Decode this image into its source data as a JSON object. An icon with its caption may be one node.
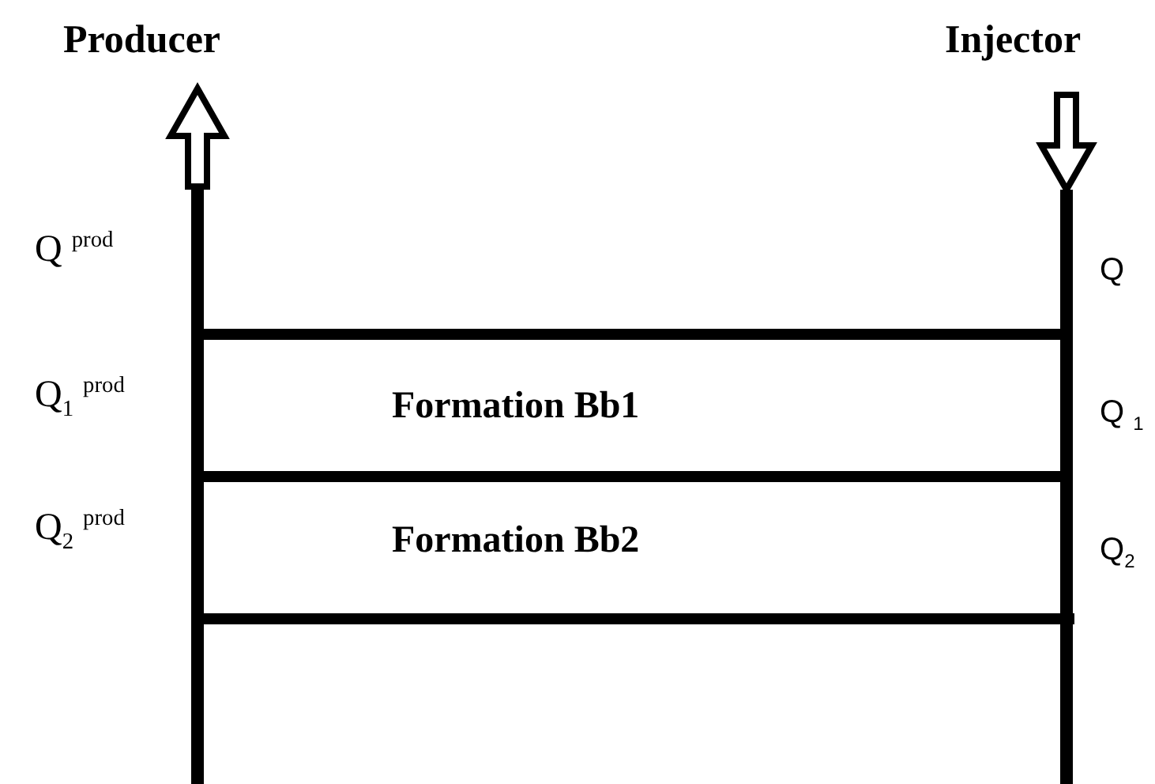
{
  "diagram": {
    "nodes": [
      {
        "text": [
          "Producer"
        ]
      },
      {
        "text": [
          "Injector"
        ]
      },
      {
        "text": [
          "Formation Bb1"
        ]
      },
      {
        "text": [
          "Formation Bb2"
        ]
      }
    ],
    "labels": [
      "Q $^{prod}$",
      "Q$_{1}$ $^{prod}$",
      "Q$_{2}$ $^{prod}$",
      "Q",
      "Q $_{1}$",
      "Q$_{2}$"
    ]
  }
}
